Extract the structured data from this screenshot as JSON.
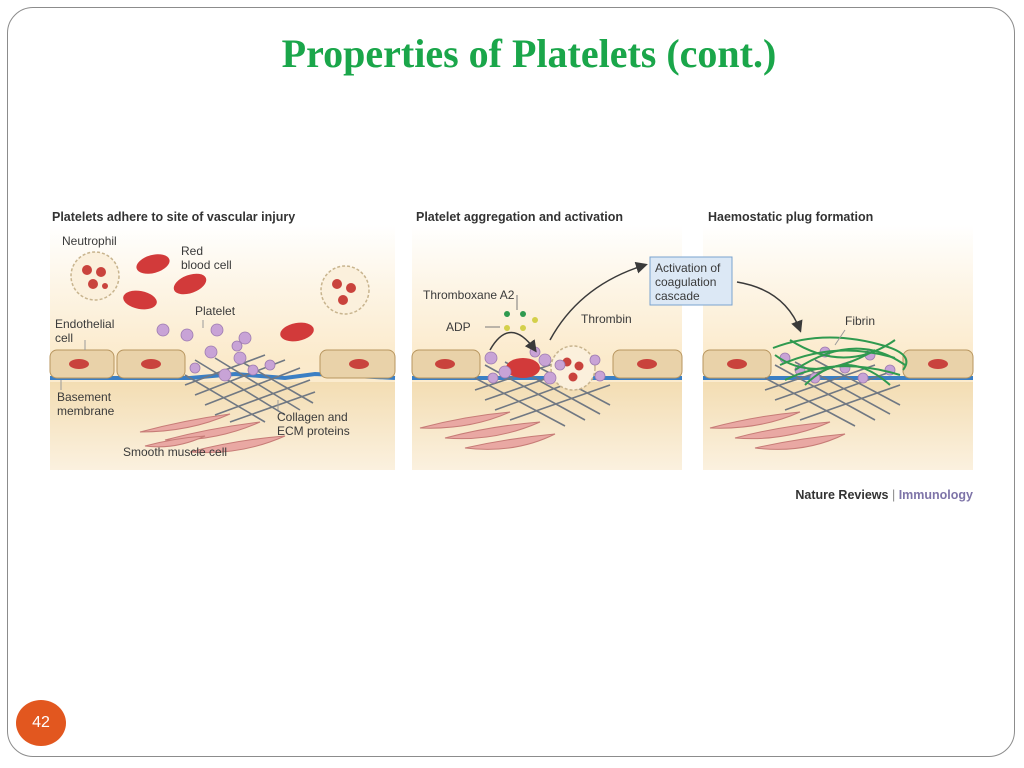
{
  "slide": {
    "title": "Properties of Platelets (cont.)",
    "page_number": "42"
  },
  "figure": {
    "panels": [
      {
        "title": "Platelets adhere to site of vascular injury",
        "labels": {
          "neutrophil": "Neutrophil",
          "red_blood_cell_1": "Red",
          "red_blood_cell_2": "blood cell",
          "platelet": "Platelet",
          "endothelial_1": "Endothelial",
          "endothelial_2": "cell",
          "basement_1": "Basement",
          "basement_2": "membrane",
          "collagen_1": "Collagen and",
          "collagen_2": "ECM proteins",
          "smooth_muscle": "Smooth muscle cell"
        }
      },
      {
        "title": "Platelet aggregation and activation",
        "labels": {
          "thromboxane": "Thromboxane A2",
          "adp": "ADP",
          "thrombin": "Thrombin"
        }
      },
      {
        "title": "Haemostatic plug formation",
        "labels": {
          "fibrin": "Fibrin"
        }
      }
    ],
    "coagulation_box": {
      "line1": "Activation of",
      "line2": "coagulation",
      "line3": "cascade"
    },
    "credit": {
      "journal": "Nature Reviews",
      "separator": "|",
      "section": "Immunology"
    },
    "colors": {
      "title_green": "#1aa64a",
      "panel_fill_top": "#fbf0dc",
      "endothelial_fill": "#e9d2a9",
      "nucleus_red": "#c9433d",
      "basement_blue": "#3b7fc4",
      "collagen_grey": "#707883",
      "platelet_purple": "#c8a3d6",
      "smooth_muscle_pink": "#e9a8a3",
      "fibrin_green": "#2f9a4f",
      "coag_box_fill": "#dce8f5",
      "coag_box_border": "#7aa3cf",
      "badge_orange": "#e2571f"
    }
  }
}
